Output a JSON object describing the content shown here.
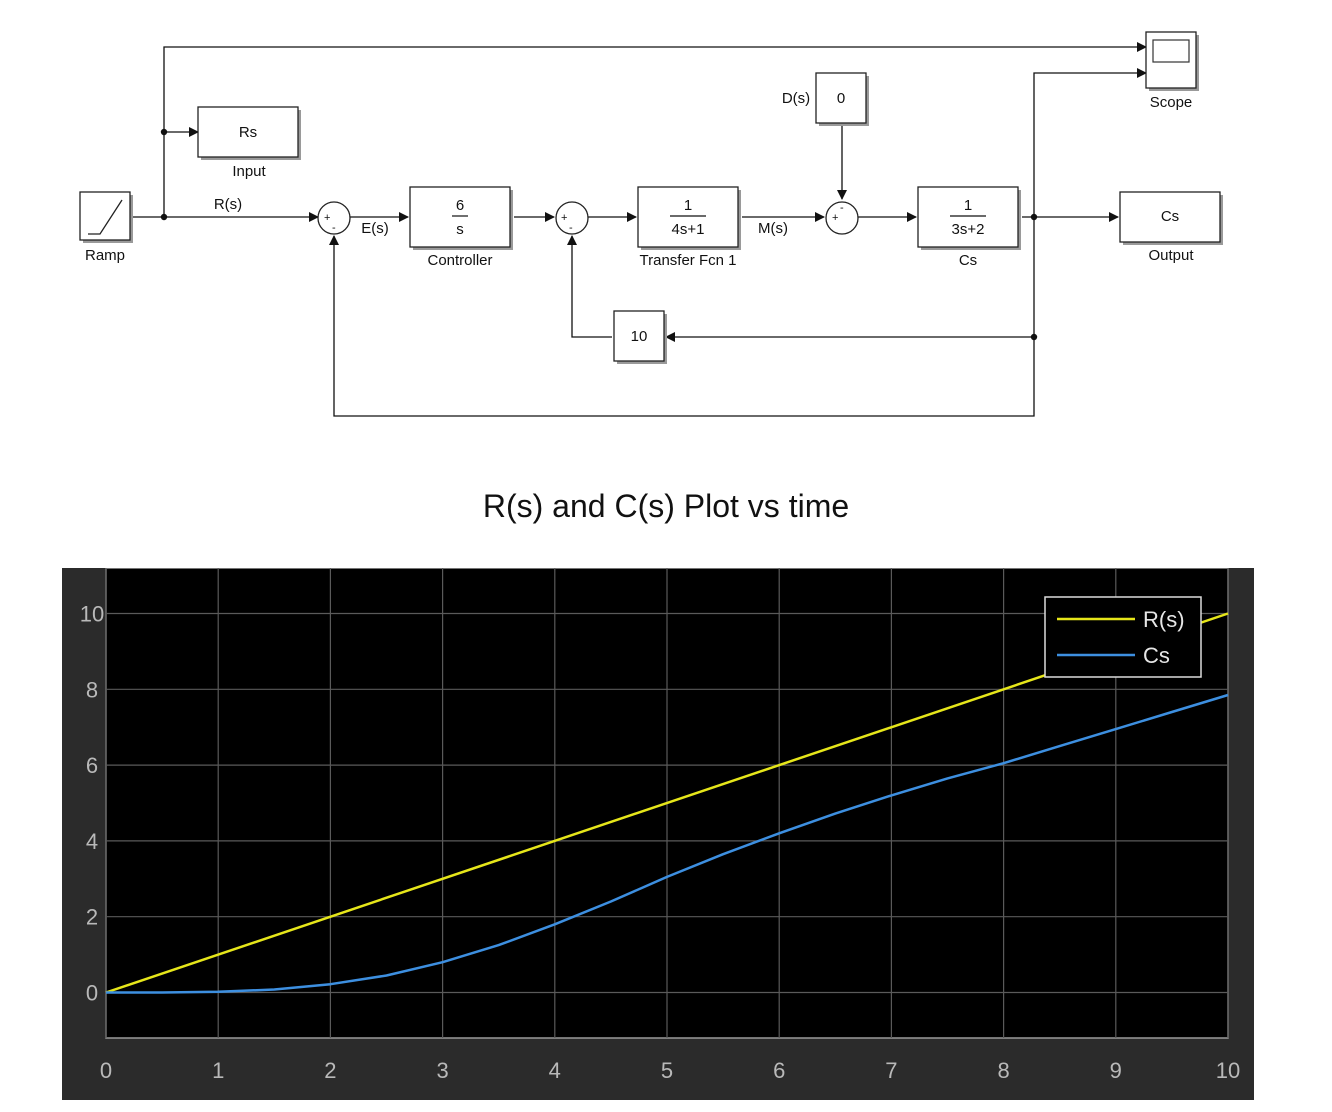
{
  "diagram": {
    "blocks": {
      "ramp": {
        "label": "Ramp"
      },
      "input": {
        "text": "Rs",
        "label": "Input"
      },
      "controller": {
        "num": "6",
        "den": "s",
        "label": "Controller"
      },
      "tf1": {
        "num": "1",
        "den": "4s+1",
        "label": "Transfer Fcn 1"
      },
      "disturbance": {
        "text": "0"
      },
      "plant": {
        "num": "1",
        "den": "3s+2",
        "label": "Cs"
      },
      "output": {
        "text": "Cs",
        "label": "Output"
      },
      "gain": {
        "text": "10"
      },
      "scope": {
        "label": "Scope"
      }
    },
    "signals": {
      "r": "R(s)",
      "e": "E(s)",
      "m": "M(s)",
      "d": "D(s)"
    },
    "signs": {
      "plus": "+",
      "minus": "-"
    }
  },
  "plot_title": "R(s) and C(s) Plot vs time",
  "chart_data": {
    "type": "line",
    "title": "R(s) and C(s) Plot vs time",
    "xlabel": "",
    "ylabel": "",
    "xlim": [
      0,
      10
    ],
    "ylim": [
      -1.2,
      11.2
    ],
    "xticks": [
      0,
      1,
      2,
      3,
      4,
      5,
      6,
      7,
      8,
      9,
      10
    ],
    "yticks": [
      0,
      2,
      4,
      6,
      8,
      10
    ],
    "grid": true,
    "legend_position": "top-right",
    "background": "#000000",
    "series": [
      {
        "name": "R(s)",
        "color": "#e6e61a",
        "x": [
          0,
          10
        ],
        "y": [
          0,
          10
        ]
      },
      {
        "name": "Cs",
        "color": "#3d8fe0",
        "x": [
          0,
          0.5,
          1,
          1.5,
          2,
          2.5,
          3,
          3.5,
          4,
          4.5,
          5,
          5.5,
          6,
          6.5,
          7,
          7.5,
          8,
          8.5,
          9,
          9.5,
          10
        ],
        "y": [
          0,
          0,
          0.02,
          0.08,
          0.22,
          0.45,
          0.8,
          1.25,
          1.8,
          2.4,
          3.05,
          3.65,
          4.2,
          4.72,
          5.2,
          5.65,
          6.05,
          6.5,
          6.95,
          7.4,
          7.85
        ]
      }
    ]
  }
}
